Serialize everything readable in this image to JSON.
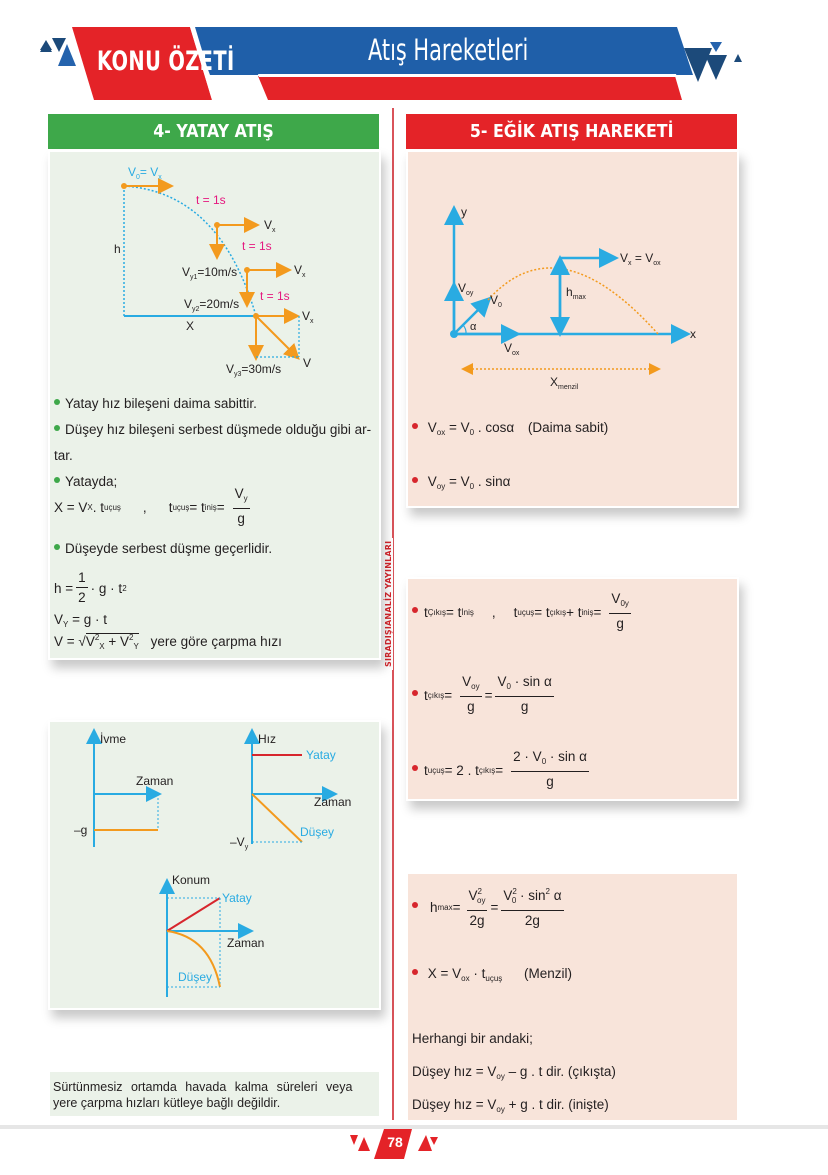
{
  "header": {
    "badge": "KONU ÖZETİ",
    "title": "Atış Hareketleri",
    "colors": {
      "blue": "#1f5fa9",
      "red": "#e42328",
      "navy": "#1c4a7a"
    }
  },
  "sections": {
    "left_title": "4- YATAY ATIŞ",
    "right_title": "5- EĞİK ATIŞ HAREKETİ",
    "left_color": "#3ea84a",
    "right_color": "#e42328"
  },
  "yatay_diagram": {
    "v0_label": "V0 = Vx",
    "v0_main": "V",
    "v0_sub": "0",
    "v0_eq": "= V",
    "v0_eq_sub": "x",
    "t_labels": [
      "t = 1s",
      "t = 1s",
      "t = 1s"
    ],
    "vx_label": "V",
    "vx_sub": "x",
    "h_label": "h",
    "x_label": "X",
    "v_label": "V",
    "vy1": {
      "main": "V",
      "sub": "y1",
      "value": "=10m/s"
    },
    "vy2": {
      "main": "V",
      "sub": "y2",
      "value": "=20m/s"
    },
    "vy3": {
      "main": "V",
      "sub": "y3",
      "value": "=30m/s"
    }
  },
  "yatay_text": {
    "line1": "Yatay hız bileşeni daima sabittir.",
    "line2": "Düşey hız bileşeni serbest düşmede olduğu gibi ar-",
    "line3": "tar.",
    "line4": "Yatayda;",
    "eq_x_left": "X = V",
    "eq_x_sub": "X",
    "eq_x_mid": " . t",
    "eq_x_sub2": "uçuş",
    "eq_sep": ",",
    "eq_t": "t",
    "eq_t_sub": "uçuş",
    "eq_t_eq": " = t",
    "eq_t_sub2": "iniş",
    "eq_t_eq2": " =",
    "frac_num": "V",
    "frac_num_sub": "y",
    "frac_den": "g",
    "line5": "Düşeyde serbest düşme geçerlidir.",
    "h_eq_left": "h =",
    "h_frac_num": "1",
    "h_frac_den": "2",
    "h_eq_right": "· g · t",
    "h_eq_sup": "2",
    "vy_eq_left": "V",
    "vy_eq_sub": "Y",
    "vy_eq_right": " = g · t",
    "v_eq_left": "V = √",
    "v_eq_radicand": "V",
    "v_eq_desc": "yere göre çarpma hızı"
  },
  "graphs": {
    "ivme": {
      "y_label": "İvme",
      "x_label": "Zaman",
      "value_label": "–g"
    },
    "hiz": {
      "y_label": "Hız",
      "x_label": "Zaman",
      "series_top": "Yatay",
      "series_bottom": "Düşey",
      "value_label": "–V",
      "value_sub": "y"
    },
    "konum": {
      "y_label": "Konum",
      "x_label": "Zaman",
      "series_top": "Yatay",
      "series_bottom": "Düşey"
    }
  },
  "note_left": {
    "line1": "Sürtünmesiz ortamda havada kalma süreleri veya",
    "line2": "yere çarpma hızları kütleye bağlı değildir."
  },
  "egik_diagram": {
    "y_axis": "y",
    "x_axis": "x",
    "v0": "V",
    "v0_sub": "0",
    "voy": "V",
    "voy_sub": "oy",
    "vox": "V",
    "vox_sub": "ox",
    "alpha": "α",
    "vx_eq": "V",
    "vx_eq_sub": "x",
    "vx_eq_mid": " = V",
    "vx_eq_sub2": "ox",
    "hmax": "h",
    "hmax_sub": "max",
    "xmenzil": "X",
    "xmenzil_sub": "menzil"
  },
  "egik_text": {
    "eq1_a": "V",
    "eq1_a_sub": "ox",
    "eq1_b": " = V",
    "eq1_b_sub": "0",
    "eq1_c": " . cosα",
    "eq1_note": "(Daima sabit)",
    "eq2_a": "V",
    "eq2_a_sub": "oy",
    "eq2_b": " = V",
    "eq2_b_sub": "0",
    "eq2_c": " . sinα",
    "t1_a": "t",
    "t1_a_sub": "Çıkış",
    "t1_b": " = t",
    "t1_b_sub": "İniş",
    "t1_sep": ",",
    "t1_c": "t",
    "t1_c_sub": "uçuş",
    "t1_d": " =  t",
    "t1_d_sub": "çıkış",
    "t1_e": " + t",
    "t1_e_sub": "iniş",
    "t1_f": " =",
    "t1_frac_num": "V",
    "t1_frac_num_sub": "0y",
    "t1_frac_den": "g",
    "t2_a": "t",
    "t2_a_sub": "çıkış",
    "t2_b": " =",
    "t2_frac1_num": "V",
    "t2_frac1_num_sub": "oy",
    "t2_frac1_den": "g",
    "t2_eq": "=",
    "t2_frac2_num": "V",
    "t2_frac2_num_sub": "0",
    "t2_frac2_num_rest": " · sin α",
    "t2_frac2_den": "g",
    "t3_a": "t",
    "t3_a_sub": "uçuş",
    "t3_b": " = 2 . t",
    "t3_b_sub": "çıkış",
    "t3_c": " =",
    "t3_frac_num": "2 · V",
    "t3_frac_num_sub": "0",
    "t3_frac_num_rest": " · sin α",
    "t3_frac_den": "g",
    "h_a": "h",
    "h_a_sub": "max",
    "h_b": " =",
    "h_frac1_num": "V",
    "h_frac1_num_sup": "2",
    "h_frac1_num_sub": "oy",
    "h_frac1_den": "2g",
    "h_eq": "=",
    "h_frac2_num": "V",
    "h_frac2_num_sup": "2",
    "h_frac2_num_sub": "0",
    "h_frac2_num_rest": " · sin",
    "h_frac2_num_sup2": "2",
    "h_frac2_num_rest2": " α",
    "h_frac2_den": "2g",
    "x_a": "X = V",
    "x_a_sub": "ox",
    "x_b": " · t",
    "x_b_sub": "uçuş",
    "x_note": "(Menzil)",
    "herhangi": "Herhangi bir andaki;",
    "dusey1_a": "Düşey hız = V",
    "dusey1_sub": "oy",
    "dusey1_b": " – g . t  dir.  (çıkışta)",
    "dusey2_a": "Düşey hız = V",
    "dusey2_sub": "oy",
    "dusey2_b": " + g . t  dir.  (inişte)"
  },
  "side_label": "SIRADIŞIANALİZ YAYINLARI",
  "footer": {
    "page_number": "78"
  }
}
